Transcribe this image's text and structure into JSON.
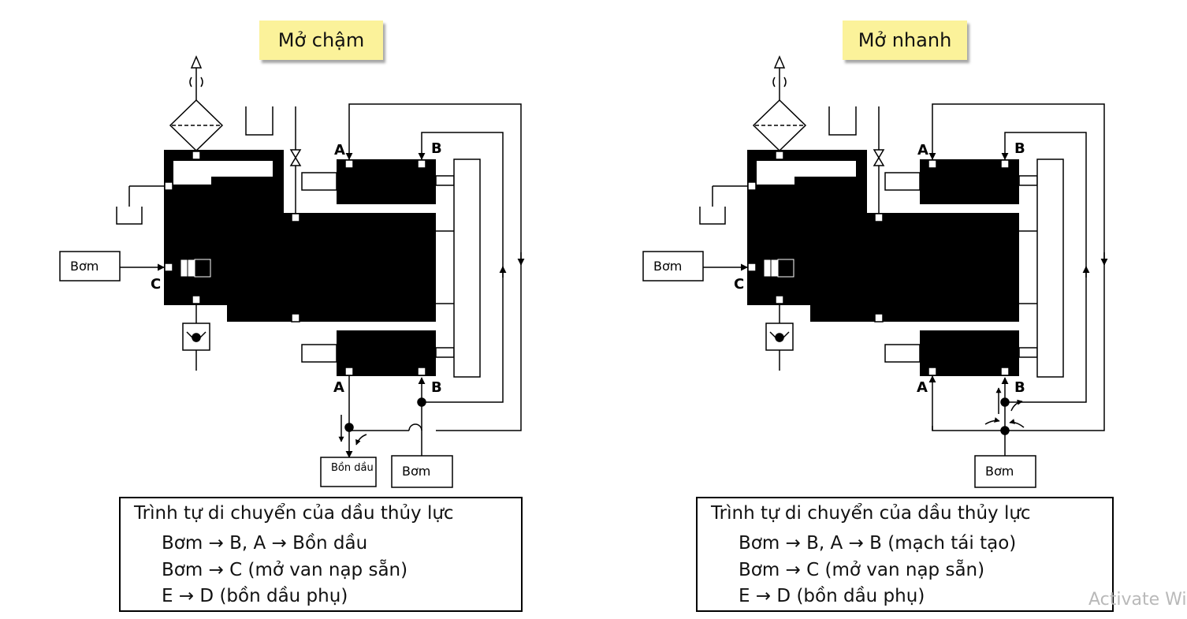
{
  "panels": [
    {
      "title": "Mở chậm",
      "labels": {
        "A_top": "A",
        "B_top": "B",
        "A_bottom": "A",
        "B_bottom": "B",
        "C": "C"
      },
      "pump_left": "Bơm",
      "pump_bottom": "Bơm",
      "tank": "Bồn dầu",
      "sequence": {
        "title": "Trình tự di chuyển của dầu thủy lực",
        "lines": [
          "Bơm → B, A → Bồn dầu",
          "Bơm → C (mở van nạp sẵn)",
          "E → D (bồn dầu phụ)"
        ]
      }
    },
    {
      "title": "Mở nhanh",
      "labels": {
        "A_top": "A",
        "B_top": "B",
        "A_bottom": "A",
        "B_bottom": "B",
        "C": "C"
      },
      "pump_left": "Bơm",
      "pump_bottom": "Bơm",
      "sequence": {
        "title": "Trình tự di chuyển của dầu thủy lực",
        "lines": [
          "Bơm → B, A → B (mạch tái tạo)",
          "Bơm → C (mở van nạp sẵn)",
          "E → D (bồn dầu phụ)"
        ]
      }
    }
  ],
  "watermark": "Activate Wi",
  "colors": {
    "note_fill": "#fbf29a",
    "ink": "#000000",
    "watermark": "#b9b9b9"
  }
}
